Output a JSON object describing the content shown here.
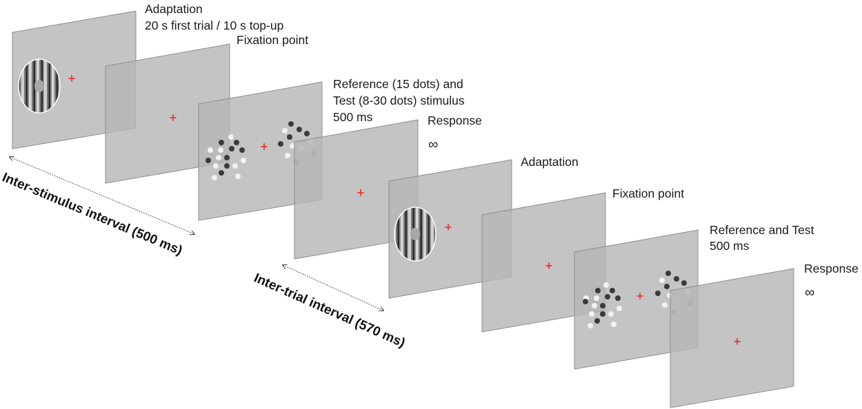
{
  "frames": [
    {
      "id": "adaptation-1",
      "label_lines": [
        "Adaptation",
        "20 s first trial / 10 s top-up"
      ],
      "content": "grating"
    },
    {
      "id": "fixation-1",
      "label_lines": [
        "Fixation point"
      ],
      "content": "fixation"
    },
    {
      "id": "stimulus-1",
      "label_lines": [
        "Reference (15 dots) and",
        "Test (8-30 dots) stimulus",
        "500 ms"
      ],
      "content": "dots"
    },
    {
      "id": "response-1",
      "label_lines": [
        "Response",
        "∞"
      ],
      "content": "fixation"
    },
    {
      "id": "adaptation-2",
      "label_lines": [
        "Adaptation"
      ],
      "content": "grating"
    },
    {
      "id": "fixation-2",
      "label_lines": [
        "Fixation point"
      ],
      "content": "fixation"
    },
    {
      "id": "stimulus-2",
      "label_lines": [
        "Reference and Test",
        "500 ms"
      ],
      "content": "dots"
    },
    {
      "id": "response-2",
      "label_lines": [
        "Response",
        "∞"
      ],
      "content": "fixation"
    }
  ],
  "intervals": [
    {
      "id": "inter-stimulus",
      "text": "Inter-stimulus interval (500 ms)"
    },
    {
      "id": "inter-trial",
      "text": "Inter-trial interval (570 ms)"
    }
  ],
  "colors": {
    "panel": "#b7b7b7",
    "fixation_cross": "#e8413c",
    "dot_dark": "#3a3a3a",
    "dot_light": "#f2f2f2"
  }
}
